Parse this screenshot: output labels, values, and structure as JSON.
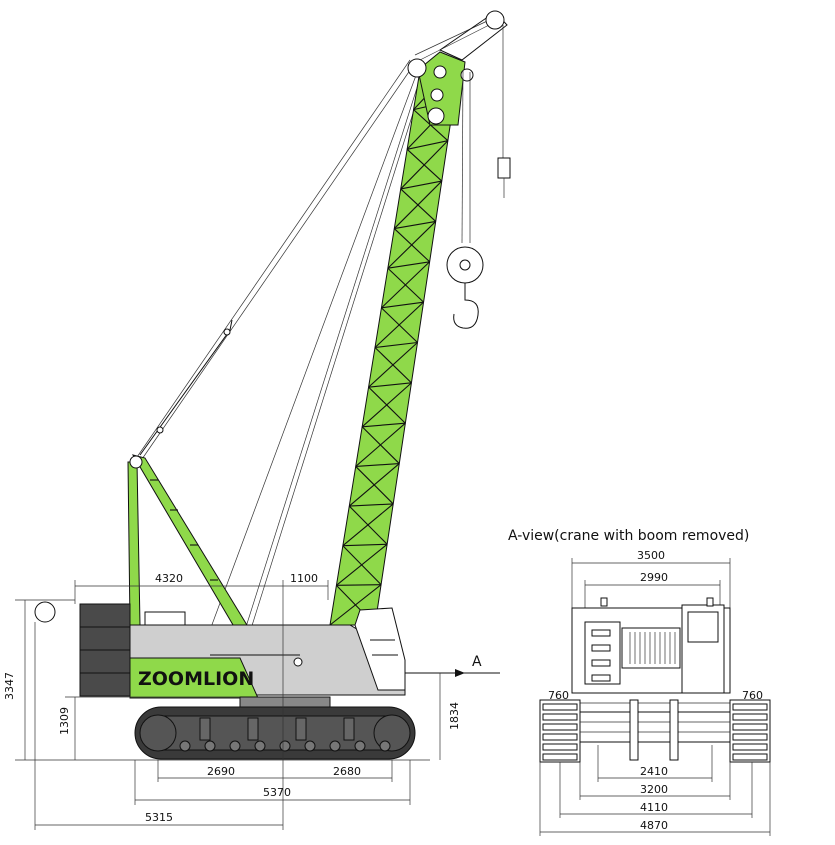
{
  "brand": "ZOOMLION",
  "side_view": {
    "label_a": "A",
    "dims": {
      "d4320": "4320",
      "d1100": "1100",
      "d3347": "3347",
      "d1309": "1309",
      "d1834": "1834",
      "d2690": "2690",
      "d2680": "2680",
      "d5370": "5370",
      "d5315": "5315"
    }
  },
  "a_view": {
    "title": "A-view(crane with boom removed)",
    "dims": {
      "d3500": "3500",
      "d2990": "2990",
      "d760_left": "760",
      "d760_right": "760",
      "d2410": "2410",
      "d3200": "3200",
      "d4110": "4110",
      "d4870": "4870"
    }
  },
  "colors": {
    "boom_green": "#8fd94a",
    "body_grey": "#cfcfcf",
    "line": "#111111"
  }
}
